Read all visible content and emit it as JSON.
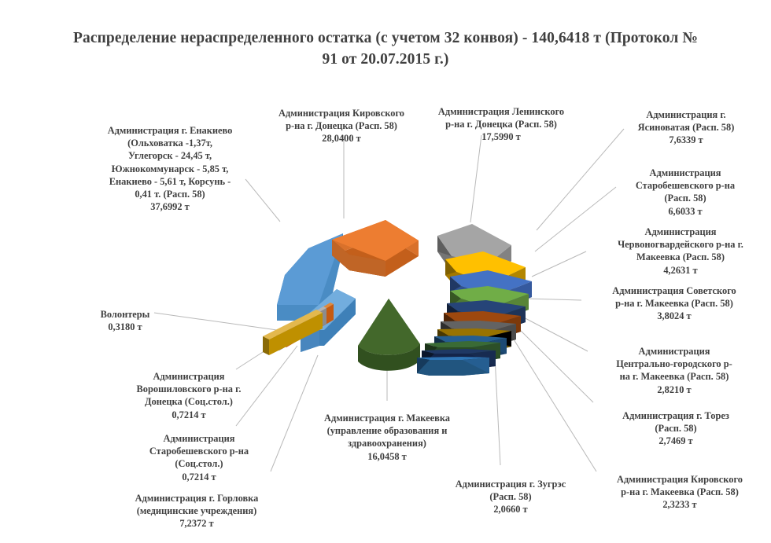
{
  "title": "Распределение нераспределенного остатка (с учетом 32 конвоя) - 140,6418 т (Протокол № 91 от 20.07.2015 г.)",
  "chart_data": {
    "type": "pie",
    "title": "Распределение нераспределенного остатка (с учетом 32 конвоя) - 140,6418 т (Протокол № 91 от 20.07.2015 г.)",
    "subtitle": "",
    "xlabel": "",
    "ylabel": "",
    "unit": "т",
    "total": 140.6418,
    "style": "3d-exploded-pie",
    "legend_position": "none",
    "grid": false,
    "labels": [
      "Администрация г. Енакиево (Ольховатка -1,37т, Углегорск - 24,45 т, Южнокоммунарск - 5,85 т, Енакиево - 5,61 т, Корсунь - 0,41 т. (Расп. 58)",
      "Администрация Кировского р-на г. Донецка  (Расп. 58)",
      "Администрация Ленинского р-на г. Донецка  (Расп. 58)",
      "Администрация г. Ясиноватая  (Расп. 58)",
      "Администрация Старобешевского р-на (Расп. 58)",
      "Администрация Червоногвардейского р-на г. Макеевка  (Расп. 58)",
      "Администрация Советского р-на г. Макеевка  (Расп. 58)",
      "Администрация Центрально-городского р-на г. Макеевка  (Расп. 58)",
      "Администрация г. Торез (Расп. 58)",
      "Администрация Кировского р-на г. Макеевка  (Расп. 58)",
      "Администрация г. Зугрэс (Расп. 58)",
      "Администрация г. Макеевка (управление образования и здравоохранения)",
      "Администрация г. Горловка (медицинские учреждения)",
      "Администрация Старобешевского р-на (Соц.стол.)",
      "Администрация Ворошиловского р-на г. Донецка (Соц.стол.)",
      "Волонтеры"
    ],
    "values": [
      37.6992,
      28.04,
      17.599,
      7.6339,
      6.6033,
      4.2631,
      3.8024,
      2.821,
      2.7469,
      2.3233,
      2.066,
      16.0458,
      7.2372,
      0.7214,
      0.7214,
      0.318
    ],
    "colors": [
      "#5B9BD5",
      "#ED7D31",
      "#A5A5A5",
      "#FFC000",
      "#4472C4",
      "#70AD47",
      "#264478",
      "#9E480E",
      "#636363",
      "#997300",
      "#255E91",
      "#43682B",
      "#3A6B35",
      "#1F3864",
      "#C55A11",
      "#7F7F7F"
    ]
  },
  "slices": [
    {
      "name": "enakievo",
      "label": "Администрация г. Енакиево\n(Ольховатка -1,37т,\nУглегорск - 24,45 т,\nЮжнокоммунарск - 5,85 т,\nЕнакиево - 5,61 т, Корсунь -\n0,41 т. (Расп. 58)",
      "value": "37,6992 т",
      "color": "#5B9BD5"
    },
    {
      "name": "kirovsky-donetsk",
      "label": "Администрация Кировского\nр-на г. Донецка  (Расп. 58)",
      "value": "28,0400 т",
      "color": "#ED7D31"
    },
    {
      "name": "leninsky-donetsk",
      "label": "Администрация Ленинского\nр-на г. Донецка  (Расп. 58)",
      "value": "17,5990 т",
      "color": "#A5A5A5"
    },
    {
      "name": "yasinovataya",
      "label": "Администрация г.\nЯсиноватая  (Расп. 58)",
      "value": "7,6339 т",
      "color": "#FFC000"
    },
    {
      "name": "starobeshevsky-rasp",
      "label": "Администрация\nСтаробешевского р-на\n(Расп. 58)",
      "value": "6,6033 т",
      "color": "#4472C4"
    },
    {
      "name": "chervonogvardeysky",
      "label": "Администрация\nЧервоногвардейского р-на г.\nМакеевка  (Расп. 58)",
      "value": "4,2631 т",
      "color": "#70AD47"
    },
    {
      "name": "sovetsky-makeevka",
      "label": "Администрация Советского\nр-на г. Макеевка  (Расп. 58)",
      "value": "3,8024 т",
      "color": "#264478"
    },
    {
      "name": "centralno-gorodskoy",
      "label": "Администрация\nЦентрально-городского р-\nна г. Макеевка  (Расп. 58)",
      "value": "2,8210 т",
      "color": "#9E480E"
    },
    {
      "name": "torez",
      "label": "Администрация г. Торез\n(Расп. 58)",
      "value": "2,7469 т",
      "color": "#636363"
    },
    {
      "name": "kirovsky-makeevka",
      "label": "Администрация Кировского\nр-на г. Макеевка  (Расп. 58)",
      "value": "2,3233 т",
      "color": "#997300"
    },
    {
      "name": "zugres",
      "label": "Администрация г. Зугрэс\n(Расп. 58)",
      "value": "2,0660 т",
      "color": "#255E91"
    },
    {
      "name": "makeevka-edu",
      "label": "Администрация г. Макеевка\n(управление образования и\nздравоохранения)",
      "value": "16,0458 т",
      "color": "#43682B"
    },
    {
      "name": "gorlovka-med",
      "label": "Администрация г. Горловка\n(медицинские учреждения)",
      "value": "7,2372 т",
      "color": "#3A6B35"
    },
    {
      "name": "starobeshevsky-soc",
      "label": "Администрация\nСтаробешевского р-на\n(Соц.стол.)",
      "value": "0,7214 т",
      "color": "#1F3864"
    },
    {
      "name": "voroshilovsky-soc",
      "label": "Администрация\nВорошиловского р-на г.\nДонецка (Соц.стол.)",
      "value": "0,7214 т",
      "color": "#C55A11"
    },
    {
      "name": "volunteers",
      "label": "Волонтеры",
      "value": "0,3180 т",
      "color": "#7F7F7F"
    }
  ]
}
